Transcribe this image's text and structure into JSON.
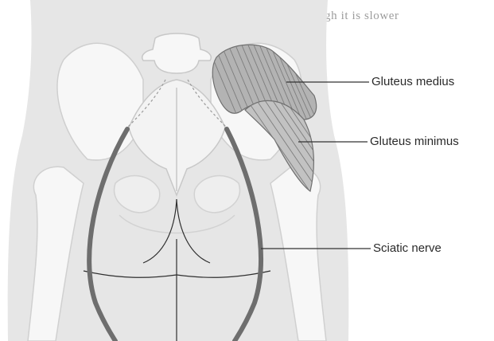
{
  "bleed_text": "normal capillary supply, though it is slower",
  "labels": {
    "gluteus_medius": "Gluteus medius",
    "gluteus_minimus": "Gluteus minimus",
    "sciatic_nerve": "Sciatic nerve"
  },
  "colors": {
    "background": "#ffffff",
    "body_shade": "#e6e6e6",
    "bone": "#f7f7f7",
    "bone_outline": "#c8c8c8",
    "muscle": "#b3b3b3",
    "muscle_stripe": "#7d7d7d",
    "nerve": "#6e6e6e",
    "line": "#333333"
  }
}
